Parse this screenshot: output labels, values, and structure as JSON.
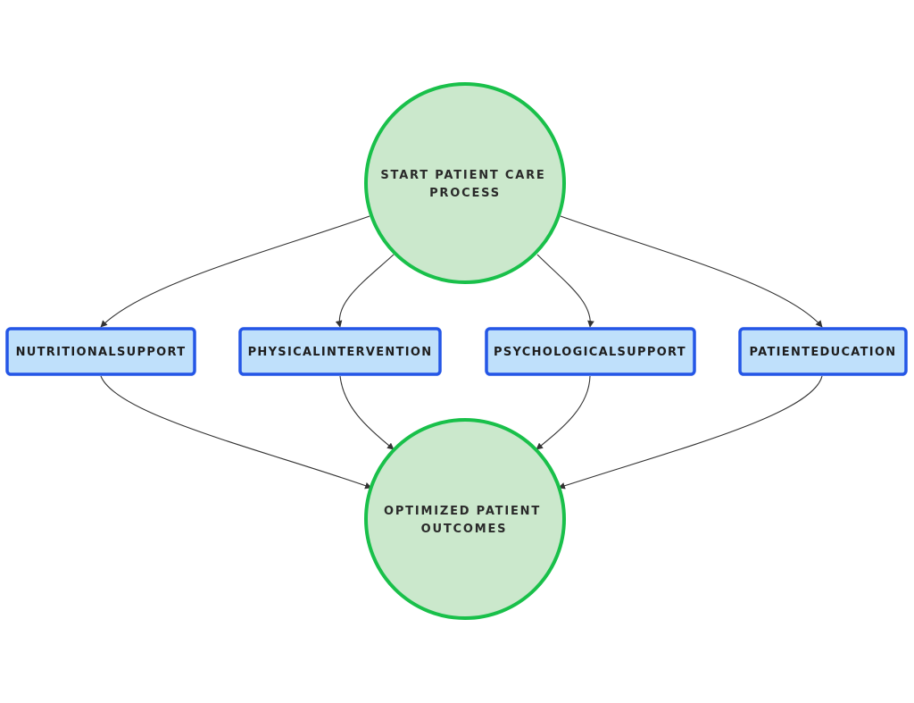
{
  "diagram": {
    "start": {
      "line1": "START PATIENT CARE",
      "line2": "PROCESS"
    },
    "interventions": [
      {
        "label": "NUTRITIONALSUPPORT"
      },
      {
        "label": "PHYSICALINTERVENTION"
      },
      {
        "label": "PSYCHOLOGICALSUPPORT"
      },
      {
        "label": "PATIENTEDUCATION"
      }
    ],
    "end": {
      "line1": "OPTIMIZED PATIENT",
      "line2": "OUTCOMES"
    },
    "colors": {
      "circle_fill": "#cbe8cc",
      "circle_stroke": "#19c04a",
      "box_fill": "#bfe0fb",
      "box_stroke": "#2456e6",
      "edge": "#333333"
    }
  }
}
